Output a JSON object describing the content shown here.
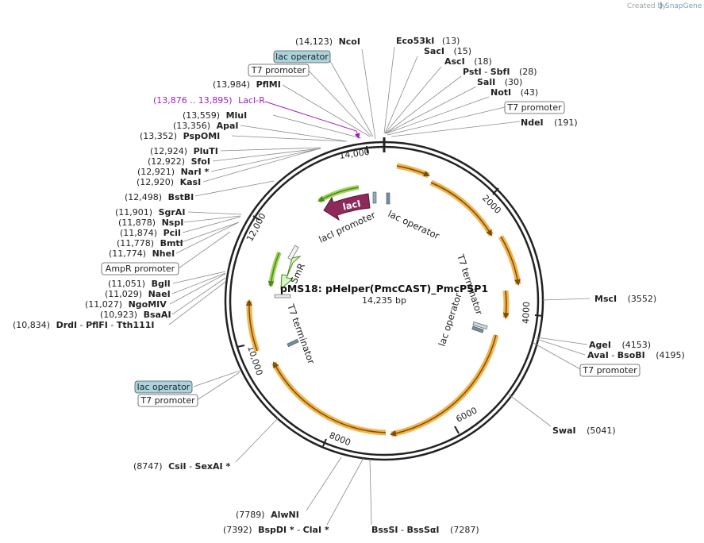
{
  "header": {
    "created_by": "Created by",
    "brand": "SnapGene"
  },
  "plasmid": {
    "name": "pMS18: pHelper(PmcCAST)_PmcPSP1",
    "size": "14,235 bp"
  },
  "ticks": [
    "2000",
    "4000",
    "6000",
    "8000",
    "10,000",
    "12,000",
    "14,000"
  ],
  "sites": {
    "ncoI": {
      "pos": "(14,123)",
      "name": "NcoI"
    },
    "eco53kI": {
      "name": "Eco53kI",
      "pos": "(13)"
    },
    "sacI": {
      "name": "SacI",
      "pos": "(15)"
    },
    "ascI": {
      "name": "AscI",
      "pos": "(18)"
    },
    "pstI": {
      "name": "PstI",
      "sep": " - ",
      "name2": "SbfI",
      "pos": "(28)"
    },
    "salI": {
      "name": "SalI",
      "pos": "(30)"
    },
    "notI": {
      "name": "NotI",
      "pos": "(43)"
    },
    "ndeI": {
      "name": "NdeI",
      "pos": "(191)"
    },
    "pflMI": {
      "pos": "(13,984)",
      "name": "PflMI"
    },
    "lacIR": {
      "pos": "(13,876 .. 13,895)",
      "name": "LacI-R"
    },
    "mluI": {
      "pos": "(13,559)",
      "name": "MluI"
    },
    "apaI": {
      "pos": "(13,356)",
      "name": "ApaI"
    },
    "pspOMI": {
      "pos": "(13,352)",
      "name": "PspOMI"
    },
    "pluTI": {
      "pos": "(12,924)",
      "name": "PluTI"
    },
    "sfoI": {
      "pos": "(12,922)",
      "name": "SfoI"
    },
    "narI": {
      "pos": "(12,921)",
      "name": "NarI *"
    },
    "kasI": {
      "pos": "(12,920)",
      "name": "KasI"
    },
    "bstBI": {
      "pos": "(12,498)",
      "name": "BstBI"
    },
    "sgrAI": {
      "pos": "(11,901)",
      "name": "SgrAI"
    },
    "nspI": {
      "pos": "(11,878)",
      "name": "NspI"
    },
    "pciI": {
      "pos": "(11,874)",
      "name": "PciI"
    },
    "bmtI": {
      "pos": "(11,778)",
      "name": "BmtI"
    },
    "nheI": {
      "pos": "(11,774)",
      "name": "NheI"
    },
    "bglI": {
      "pos": "(11,051)",
      "name": "BglI"
    },
    "naeI": {
      "pos": "(11,029)",
      "name": "NaeI"
    },
    "ngoMIV": {
      "pos": "(11,027)",
      "name": "NgoMIV"
    },
    "bsaAI": {
      "pos": "(10,923)",
      "name": "BsaAI"
    },
    "drdI": {
      "pos": "(10,834)",
      "name": "DrdI",
      "sep": " - ",
      "name2": "PflFI",
      "sep2": " - ",
      "name3": "Tth111I"
    },
    "mscI": {
      "name": "MscI",
      "pos": "(3552)"
    },
    "ageI": {
      "name": "AgeI",
      "pos": "(4153)"
    },
    "avaI": {
      "name": "AvaI",
      "sep": " - ",
      "name2": "BsoBI",
      "pos": "(4195)"
    },
    "swaI": {
      "name": "SwaI",
      "pos": "(5041)"
    },
    "csiI": {
      "pos": "(8747)",
      "name": "CsiI",
      "sep": " - ",
      "name2": "SexAI *"
    },
    "alwNI": {
      "pos": "(7789)",
      "name": "AlwNI"
    },
    "bspDI": {
      "pos": "(7392)",
      "name": "BspDI *",
      "sep": " - ",
      "name2": "ClaI *"
    },
    "bssSI": {
      "name": "BssSI",
      "sep": " - ",
      "name2": "BssSαI",
      "pos": "(7287)"
    }
  },
  "boxed": {
    "lacOp1": "lac operator",
    "t7p1": "T7 promoter",
    "t7p2": "T7 promoter",
    "t7p3": "T7 promoter",
    "ampR": "AmpR promoter",
    "lacOp2": "lac operator",
    "t7p4": "T7 promoter"
  },
  "features": {
    "lacI": "lacI",
    "lacIPromoter": "lacI promoter",
    "lacOperatorTop": "lac operator",
    "t7TermRight": "T7 terminator",
    "lacOperatorRight": "lac operator",
    "smR": "SmR",
    "t7TermLeft": "T7 terminator"
  },
  "colors": {
    "backbone": "#222222",
    "cds_orange": "#f3b34a",
    "arrow_dark": "#7a4d10",
    "lacI_fill": "#8e2a5a",
    "green": "#7ab83a",
    "smR_fill": "#d6f5c8",
    "operator": "#6e8fa0",
    "boxed_blue": "#a9d4dd",
    "primer": "#a020c0"
  }
}
